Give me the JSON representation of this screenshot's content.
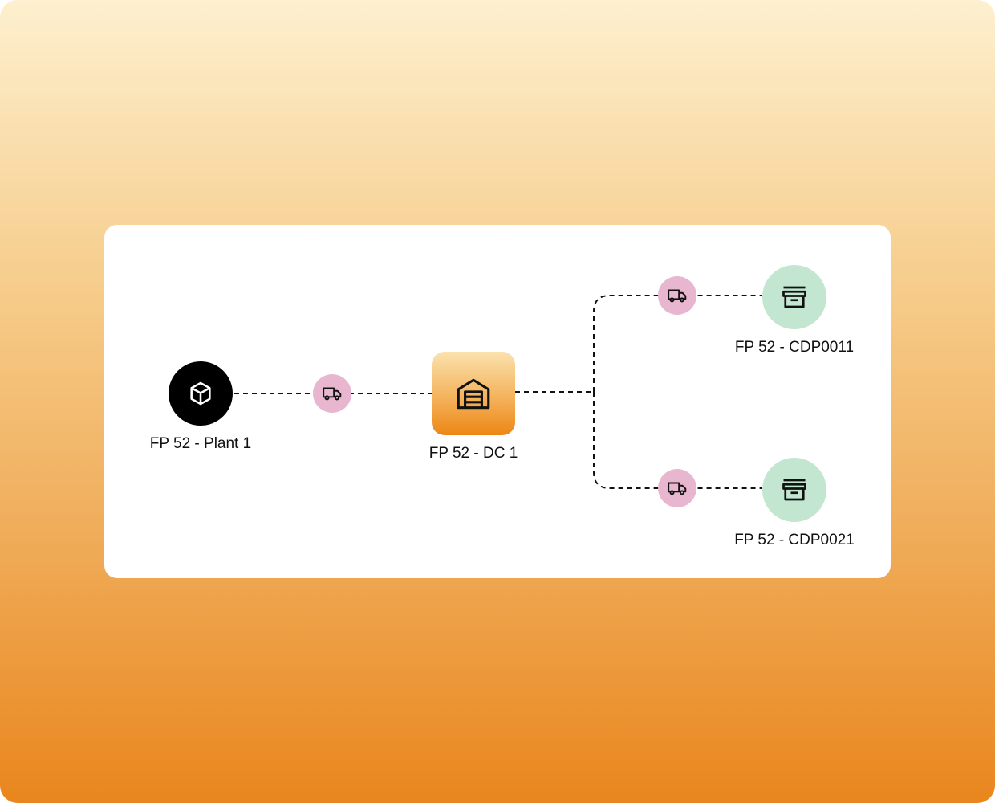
{
  "diagram": {
    "nodes": {
      "plant": {
        "label": "FP 52 - Plant 1",
        "icon": "package-cube-icon",
        "color": "#000000"
      },
      "dc": {
        "label": "FP 52 - DC 1",
        "icon": "warehouse-icon",
        "color": "#ec8714"
      },
      "cdp_a": {
        "label": "FP 52 - CDP0011",
        "icon": "store-archive-icon",
        "color": "#c3e6d0"
      },
      "cdp_b": {
        "label": "FP 52 - CDP0021",
        "icon": "store-archive-icon",
        "color": "#c3e6d0"
      }
    },
    "transport_icon": "truck-icon",
    "transport_color": "#e8b7cf",
    "edges": [
      {
        "from": "FP 52 - Plant 1",
        "to": "FP 52 - DC 1",
        "mode": "truck"
      },
      {
        "from": "FP 52 - DC 1",
        "to": "FP 52 - CDP0011",
        "mode": "truck"
      },
      {
        "from": "FP 52 - DC 1",
        "to": "FP 52 - CDP0021",
        "mode": "truck"
      }
    ]
  }
}
